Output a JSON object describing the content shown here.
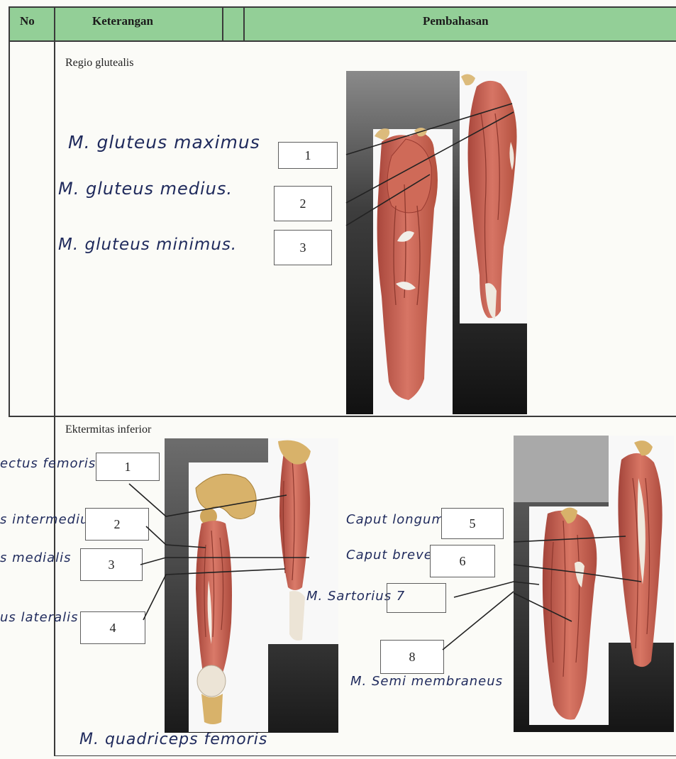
{
  "table": {
    "headers": [
      "No",
      "Keterangan",
      "Pembahasan"
    ]
  },
  "sections": [
    {
      "title": "Regio glutealis",
      "labels": [
        "M. gluteus maximus",
        "M. gluteus medius.",
        "M. gluteus minimus."
      ],
      "numbers": [
        "1",
        "2",
        "3"
      ]
    },
    {
      "title": "Ektermitas inferior",
      "left_labels": [
        "ectus femoris",
        "s intermedius",
        "s medialis",
        "us lateralis"
      ],
      "left_numbers": [
        "1",
        "2",
        "3",
        "4"
      ],
      "caption": "M. quadriceps femoris",
      "right_labels": [
        "Caput longum",
        "Caput breve",
        "M. Sartorius 7",
        "M. Semi membraneus"
      ],
      "right_numbers": [
        "5",
        "6",
        "8"
      ]
    }
  ],
  "colors": {
    "header_bg": "#93cf97",
    "muscle": "#c85c4e",
    "tendon": "#ece4d6",
    "bone": "#d8b26a"
  }
}
